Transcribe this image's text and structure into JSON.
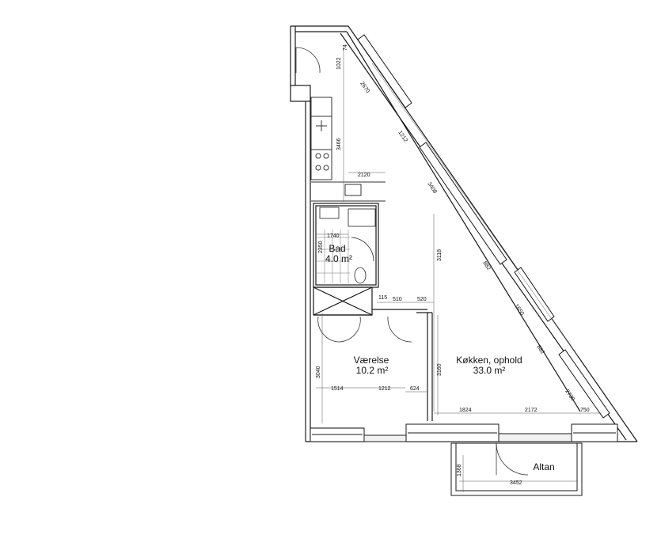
{
  "rooms": {
    "bad": {
      "name": "Bad",
      "area": "4.0 m²"
    },
    "vaerelse": {
      "name": "Værelse",
      "area": "10.2 m²"
    },
    "kokken": {
      "name": "Køkken, ophold",
      "area": "33.0 m²"
    },
    "altan": {
      "name": "Altan"
    }
  },
  "dimensions": {
    "d1022": "1022",
    "d74": "74",
    "d2670": "2670",
    "d3466": "3466",
    "d1212a": "1212",
    "d2120": "2120",
    "d3408": "3408",
    "d1740": "1740",
    "d2350": "2350",
    "d3118": "3118",
    "d882a": "882",
    "d115": "115",
    "d510": "510",
    "d520": "520",
    "d1650": "1650",
    "d882b": "882",
    "d3040": "3040",
    "d3160": "3160",
    "d1514": "1514",
    "d1212b": "1212",
    "d624": "624",
    "d2730": "2730",
    "d1824": "1824",
    "d2172": "2172",
    "d750": "750",
    "d1368": "1368",
    "d3452": "3452"
  },
  "colors": {
    "wall": "#1a1a1a",
    "wall_fill": "#ffffff",
    "line": "#222222",
    "thin": "#555555"
  }
}
